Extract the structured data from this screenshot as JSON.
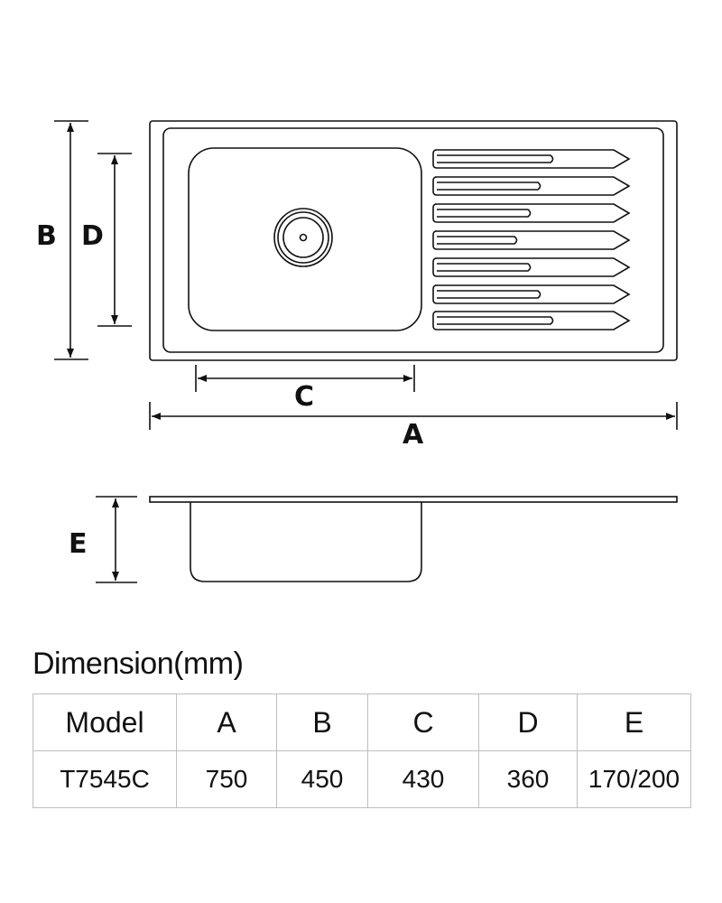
{
  "labels": {
    "A": "A",
    "B": "B",
    "C": "C",
    "D": "D",
    "E": "E"
  },
  "section_title": "Dimension(mm)",
  "table": {
    "headers": [
      "Model",
      "A",
      "B",
      "C",
      "D",
      "E"
    ],
    "rows": [
      [
        "T7545C",
        "750",
        "450",
        "430",
        "360",
        "170/200"
      ]
    ]
  },
  "colors": {
    "line": "#111111",
    "grid": "#bfbfbf"
  }
}
